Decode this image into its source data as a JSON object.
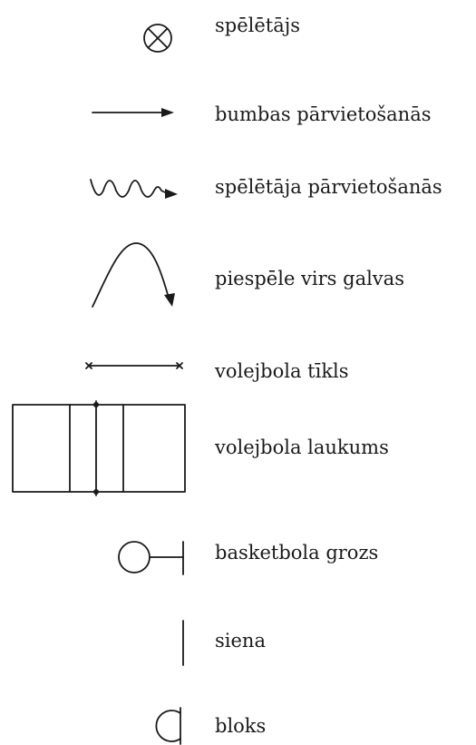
{
  "legend": {
    "items": [
      {
        "icon": "player-icon",
        "label": "spēlētājs"
      },
      {
        "icon": "ball-movement-arrow-icon",
        "label": "bumbas pārvietošanās"
      },
      {
        "icon": "player-movement-wavy-arrow-icon",
        "label": "spēlētāja pārvietošanās"
      },
      {
        "icon": "overhead-pass-arc-icon",
        "label": "piespēle virs galvas"
      },
      {
        "icon": "volleyball-net-icon",
        "label": "volejbola tīkls"
      },
      {
        "icon": "volleyball-court-icon",
        "label": "volejbola laukums"
      },
      {
        "icon": "basketball-hoop-icon",
        "label": "basketbola grozs"
      },
      {
        "icon": "wall-icon",
        "label": "siena"
      },
      {
        "icon": "block-icon",
        "label": "bloks"
      }
    ]
  }
}
